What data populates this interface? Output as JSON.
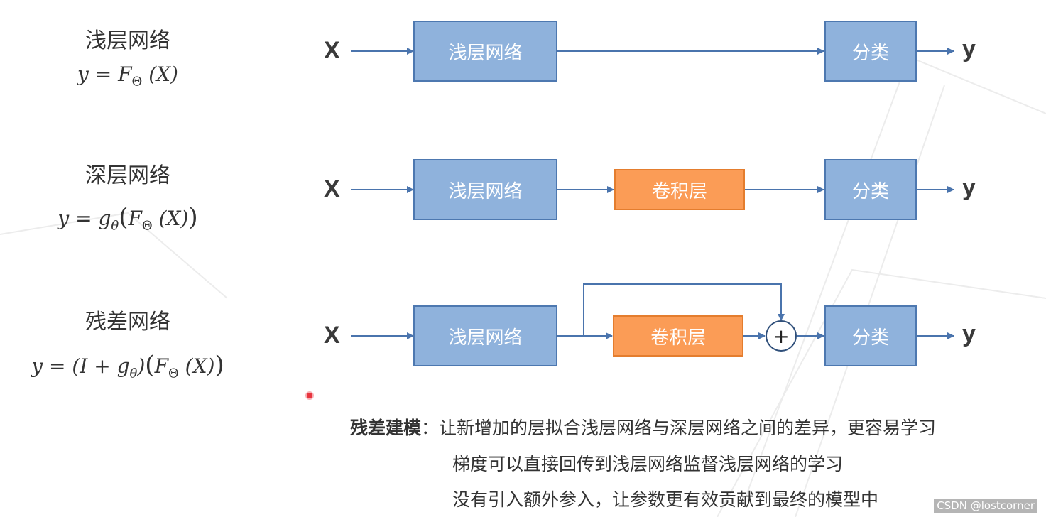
{
  "rows": [
    {
      "title": "浅层网络",
      "formula": "y = F_Θ (X)",
      "input": "X",
      "blocks": [
        "浅层网络",
        "分类"
      ],
      "output": "y"
    },
    {
      "title": "深层网络",
      "formula": "y = g_θ(F_Θ (X))",
      "input": "X",
      "blocks": [
        "浅层网络",
        "卷积层",
        "分类"
      ],
      "output": "y"
    },
    {
      "title": "残差网络",
      "formula": "y = (I + g_θ)(F_Θ (X))",
      "input": "X",
      "blocks": [
        "浅层网络",
        "卷积层",
        "分类"
      ],
      "add_symbol": "+",
      "output": "y"
    }
  ],
  "notes": {
    "heading": "残差建模",
    "lines": [
      "让新增加的层拟合浅层网络与深层网络之间的差异，更容易学习",
      "梯度可以直接回传到浅层网络监督浅层网络的学习",
      "没有引入额外参入，让参数更有效贡献到最终的模型中"
    ]
  },
  "credit": "CSDN @lostcorner",
  "colors": {
    "blue_fill": "#8fb2dc",
    "blue_border": "#4d78b0",
    "orange_fill": "#fb9c56",
    "orange_border": "#e47d2e",
    "arrow": "#4a74ad"
  }
}
